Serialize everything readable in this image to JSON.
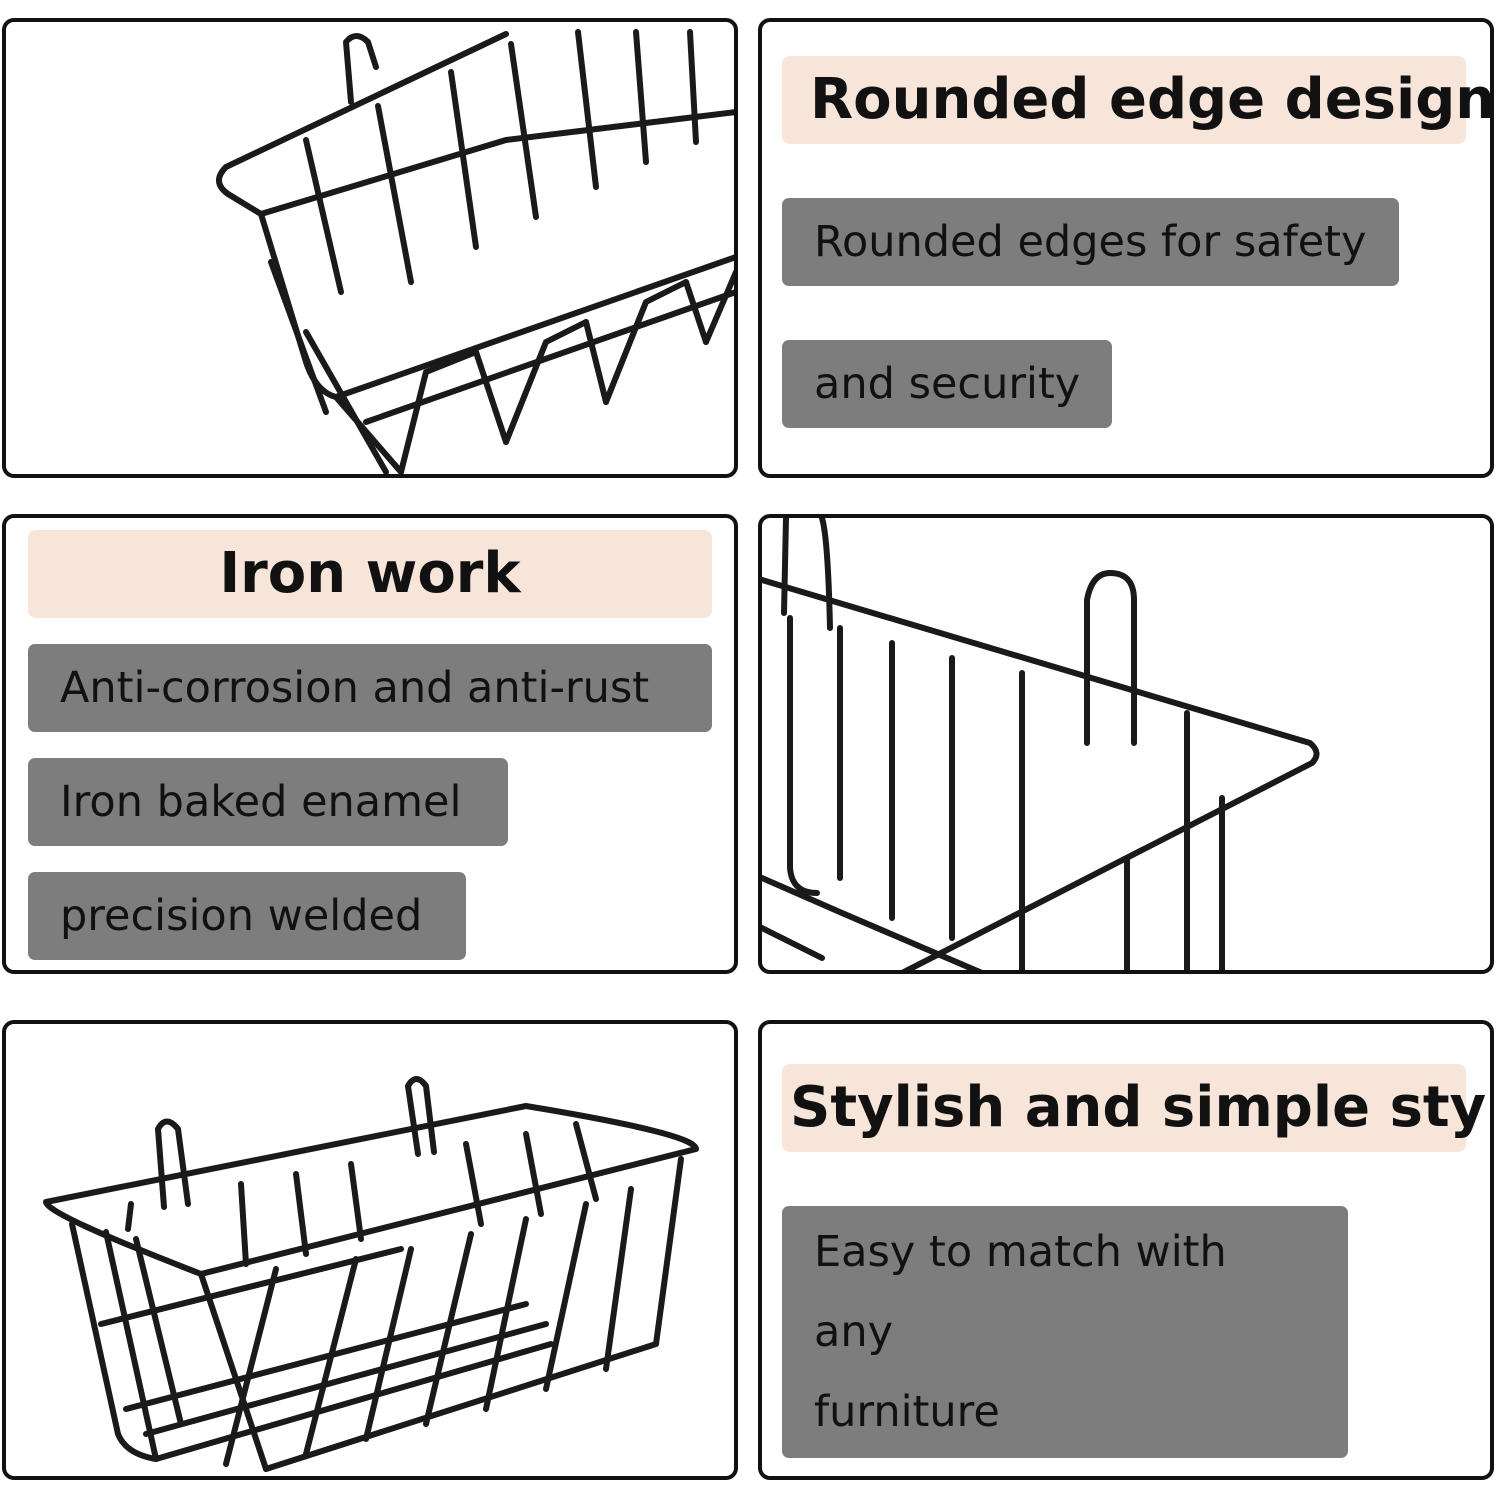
{
  "panels": {
    "rounded": {
      "heading": "Rounded edge design",
      "lines": [
        "Rounded edges for safety",
        "and security"
      ]
    },
    "iron": {
      "heading": "Iron work",
      "lines": [
        "Anti-corrosion and anti-rust",
        "Iron baked enamel",
        "precision welded"
      ]
    },
    "stylish": {
      "heading": "Stylish and simple style",
      "lines": [
        "Easy to match with any",
        "furniture"
      ]
    }
  },
  "colors": {
    "heading_bg": "#f7e5da",
    "tag_bg": "#7d7d7d",
    "border": "#111111"
  },
  "icons": [
    "wire-basket-closeup",
    "wire-basket-corner",
    "wire-basket-full"
  ]
}
